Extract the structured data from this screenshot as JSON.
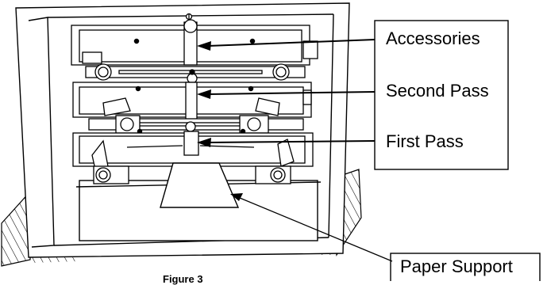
{
  "labels": {
    "accessories": "Accessories",
    "second_pass": "Second Pass",
    "first_pass": "First Pass",
    "paper_support": "Paper Support"
  },
  "caption": "Figure 3"
}
